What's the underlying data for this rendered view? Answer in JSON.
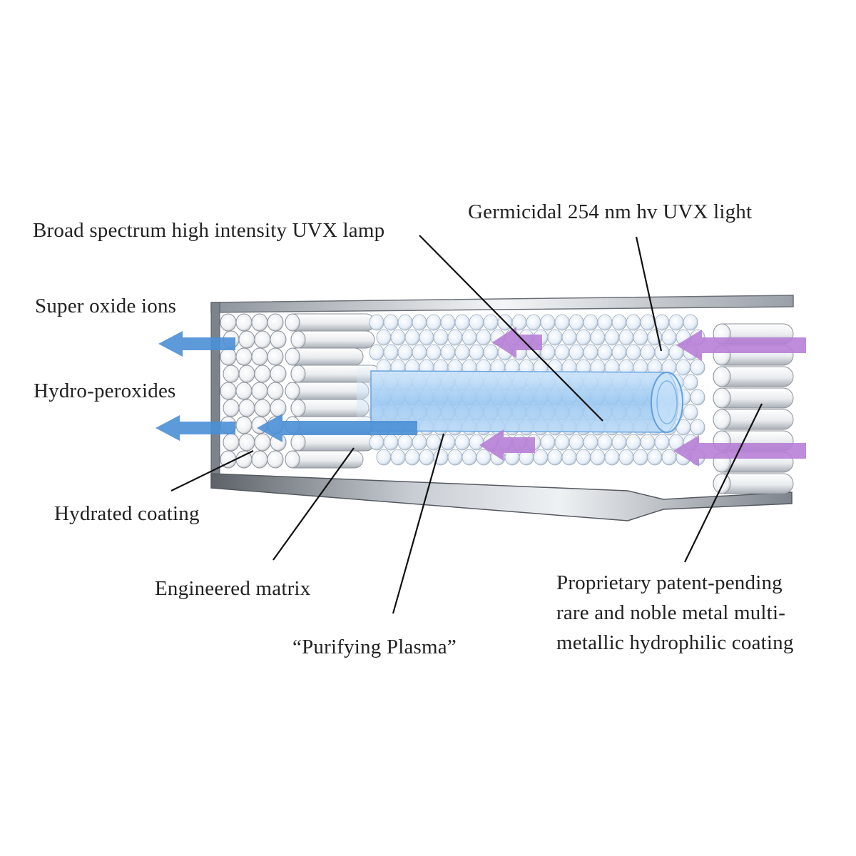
{
  "labels": {
    "uvx_lamp": "Broad spectrum high intensity UVX lamp",
    "germicidal_light": "Germicidal 254 nm hv UVX light",
    "super_oxide_ions": "Super oxide ions",
    "hydro_peroxides": "Hydro-peroxides",
    "hydrated_coating": "Hydrated coating",
    "engineered_matrix": "Engineered matrix",
    "purifying_plasma": "“Purifying Plasma”",
    "metallic_coating": [
      "Proprietary patent-pending",
      "rare and noble metal multi-",
      "metallic hydrophilic coating"
    ]
  },
  "colors": {
    "outflow_arrow": "#4a8fd6",
    "inflow_arrow": "#b77fd6",
    "lamp": "#9cc9f2",
    "tube": "#eef1f5",
    "frame": "#8a8f96",
    "leader_line": "#111111",
    "text": "#222222"
  }
}
